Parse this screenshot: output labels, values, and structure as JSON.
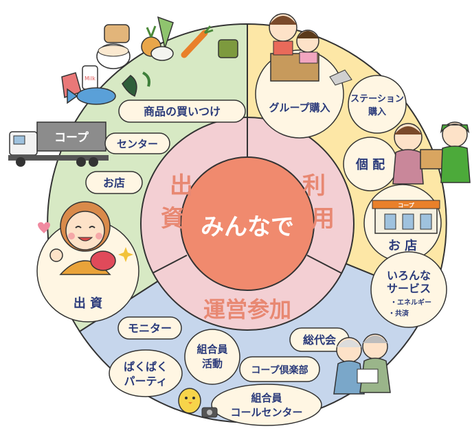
{
  "center": {
    "label": "みんなで"
  },
  "ring": {
    "invest": [
      "出",
      "資"
    ],
    "use": [
      "利",
      "用"
    ],
    "participate": "運営参加"
  },
  "invest_section": {
    "buying": "商品の買いつけ",
    "truck": "コープ",
    "center": "センター",
    "store": "お店",
    "invest": "出 資"
  },
  "use_section": {
    "group": "グループ購入",
    "station": [
      "ステーション",
      "購入"
    ],
    "delivery": "個 配",
    "shop_sign": "コープ",
    "shop": "お 店",
    "services": [
      "いろんな",
      "サービス"
    ],
    "service_items": [
      "・エネルギー",
      "・共済"
    ]
  },
  "participate_section": {
    "monitor": "モニター",
    "activity": [
      "組合員",
      "活動"
    ],
    "general_meeting": "総代会",
    "party": [
      "ぱくぱく",
      "パーティ"
    ],
    "club": "コープ倶楽部",
    "call_center": [
      "組合員",
      "コールセンター"
    ]
  },
  "colors": {
    "green_sector": "#d7e9c4",
    "yellow_sector": "#fde7a6",
    "blue_sector": "#c6d6ec",
    "ring": "#f3cfd3",
    "center": "#f08a6e",
    "ring_text": "#e88872",
    "label_text": "#2a3a7a",
    "bubble_fill": "#fff6e3",
    "outline": "#333333"
  }
}
